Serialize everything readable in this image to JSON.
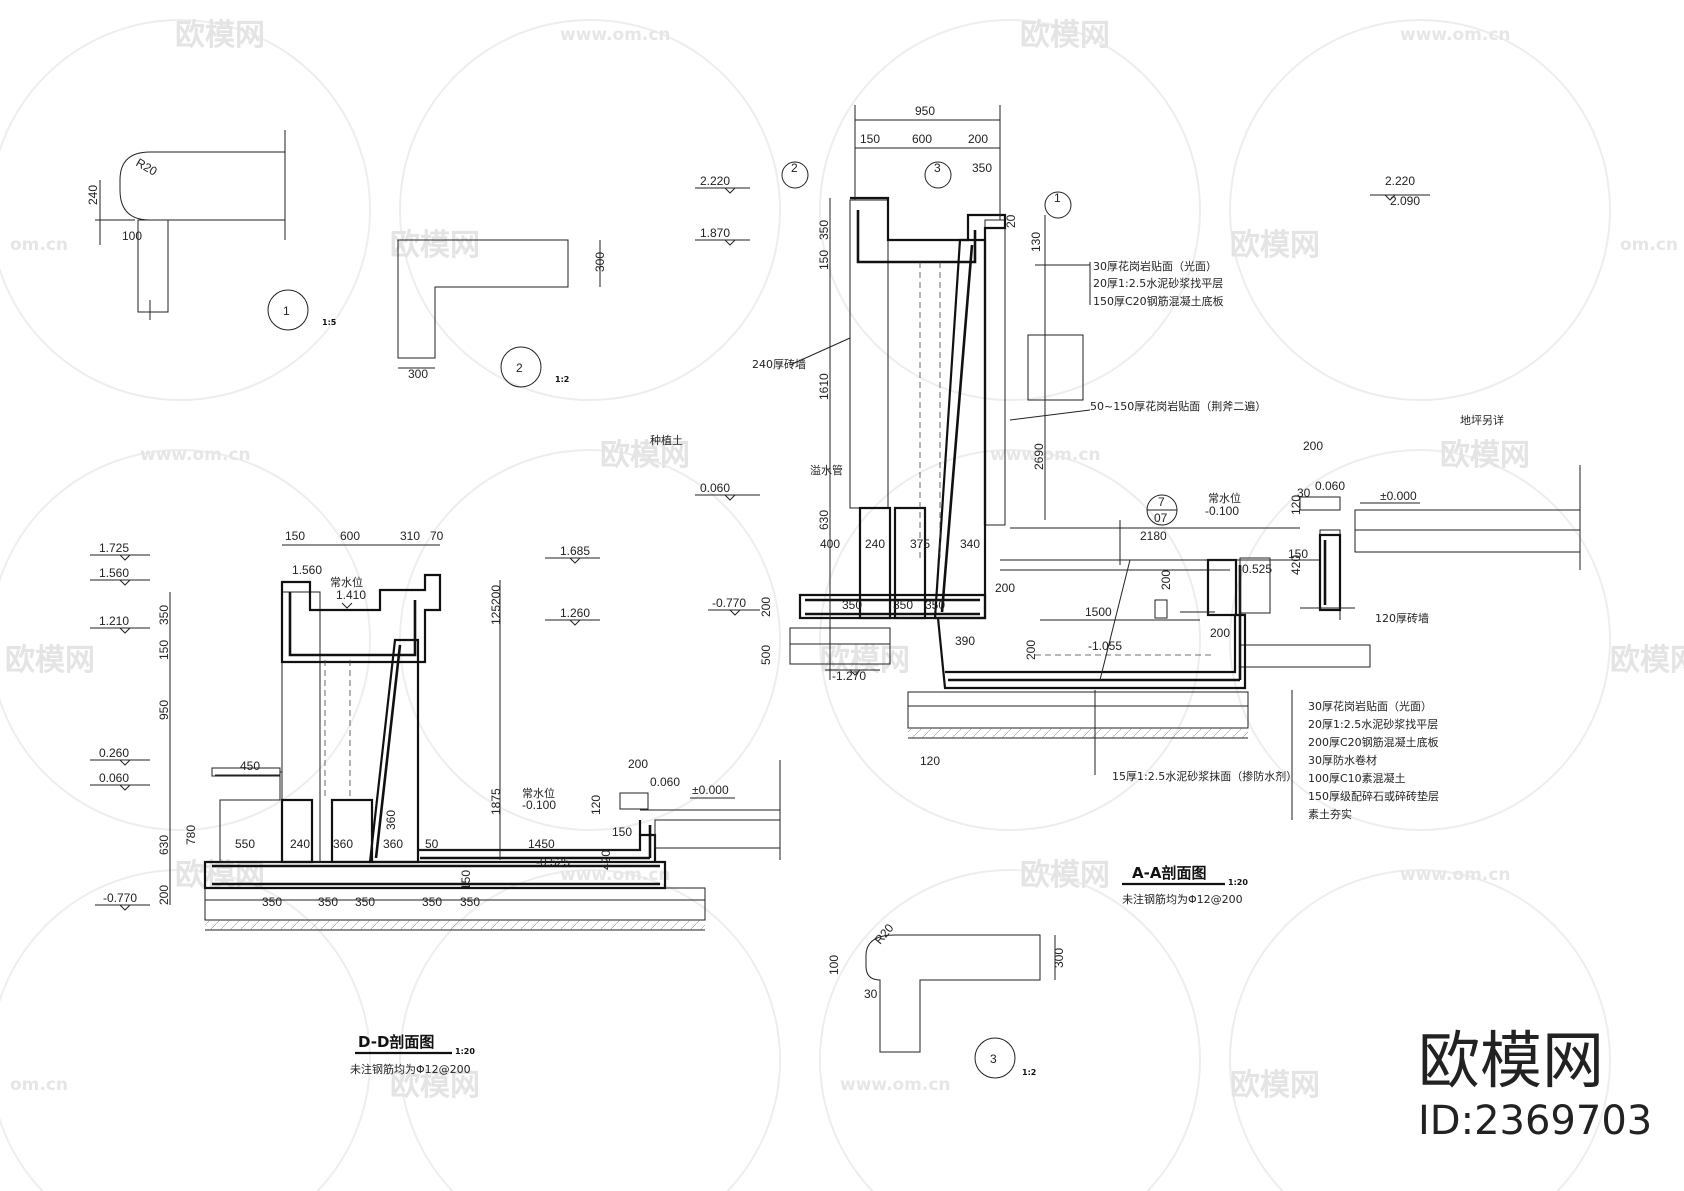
{
  "watermark": {
    "logo_text": "欧模网",
    "url_text": "www.om.cn",
    "url_short": "om.cn"
  },
  "brand": {
    "name": "欧模网",
    "id_label": "ID:2369703"
  },
  "detail1": {
    "number": "1",
    "scale": "1:5",
    "dims": [
      "240",
      "100",
      "R20"
    ]
  },
  "detail2": {
    "number": "2",
    "scale": "1:2",
    "dims": [
      "300",
      "300"
    ]
  },
  "detail3": {
    "number": "3",
    "scale": "1:2",
    "dims": [
      "300",
      "100",
      "30",
      "R20"
    ]
  },
  "section_aa": {
    "title": "A-A剖面图",
    "scale": "1:20",
    "note": "未注钢筋均为Φ12@200",
    "top_dims": [
      "950",
      "150",
      "600",
      "200",
      "350"
    ],
    "side_dims": [
      "350",
      "150",
      "1610",
      "630",
      "200",
      "500",
      "2690",
      "120",
      "420",
      "200",
      "200",
      "130",
      "20"
    ],
    "plan_dims": [
      "400",
      "240",
      "375",
      "340",
      "350",
      "350",
      "350",
      "200",
      "390",
      "1500",
      "2180",
      "200",
      "150",
      "200",
      "30",
      "120"
    ],
    "levels": [
      "2.220",
      "1.870",
      "0.060",
      "-0.770",
      "-1.270",
      "2.220",
      "2.090",
      "0.060",
      "±0.000",
      "-0.100",
      "-0.525",
      "-1.055"
    ],
    "markers": [
      "2",
      "3",
      "1",
      "7",
      "07"
    ],
    "labels": {
      "water_level": "常水位",
      "fill": "种植土",
      "paving": "地坪另详",
      "wall240": "240厚砖墙",
      "wall120": "120厚砖墙",
      "pipe": "溢水管",
      "stone_face": "50~150厚花岗岩贴面（荆斧二遍）"
    },
    "layers_top": [
      "30厚花岗岩贴面（光面）",
      "20厚1:2.5水泥砂浆找平层",
      "150厚C20钢筋混凝土底板"
    ],
    "layers_bottom": [
      "30厚花岗岩贴面（光面）",
      "20厚1:2.5水泥砂浆找平层",
      "200厚C20钢筋混凝土底板",
      "30厚防水卷材",
      "100厚C10素混凝土",
      "150厚级配碎石或碎砖垫层",
      "素土夯实"
    ],
    "plaster_note": "15厚1:2.5水泥砂浆抹面（掺防水剂）"
  },
  "section_dd": {
    "title": "D-D剖面图",
    "scale": "1:20",
    "note": "未注钢筋均为Φ12@200",
    "top_dims": [
      "150",
      "600",
      "310",
      "70"
    ],
    "side_dims": [
      "350",
      "150",
      "950",
      "630",
      "200",
      "780",
      "125",
      "200",
      "1875",
      "120",
      "420",
      "150",
      "360"
    ],
    "plan_dims": [
      "450",
      "550",
      "240",
      "360",
      "360",
      "50",
      "1450",
      "350",
      "350",
      "350",
      "350",
      "350",
      "200",
      "150"
    ],
    "levels": [
      "1.725",
      "1.560",
      "1.560",
      "1.410",
      "1.210",
      "0.260",
      "0.060",
      "-0.770",
      "1.685",
      "1.260",
      "0.060",
      "±0.000",
      "-0.100",
      "-0.525"
    ],
    "labels": {
      "water_level": "常水位"
    }
  }
}
